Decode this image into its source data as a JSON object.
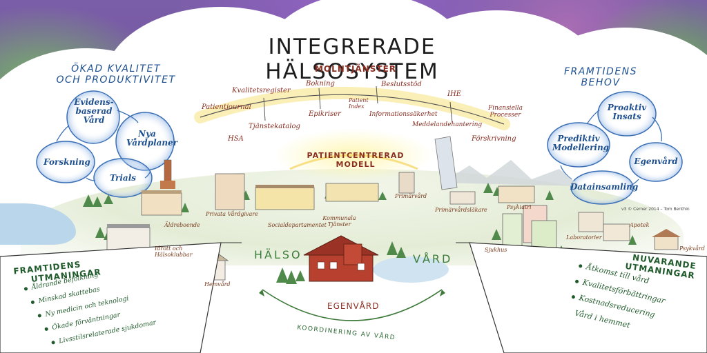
{
  "title": "INTEGRERADE HÄLSOSYSTEM",
  "cloud_services": {
    "heading": "MOLNTJÄNSTER",
    "labels": [
      "Patientjournal",
      "Kvalitetsregister",
      "Bokning",
      "Patient Index",
      "Beslutsstöd",
      "IHE",
      "Finansiella Processer",
      "Tjänstekatalog",
      "Epikriser",
      "Informationssäkerhet",
      "Meddelandehantering",
      "HSA",
      "Förskrivning"
    ]
  },
  "patient_model": "PATIENTCENTRERAD MODELL",
  "left_cycle": {
    "heading_line1": "ÖKAD KVALITET",
    "heading_line2": "OCH PRODUKTIVITET",
    "items": [
      "Evidens-baserad Vård",
      "Nya Vårdplaner",
      "Trials",
      "Forskning"
    ]
  },
  "right_cycle": {
    "heading_line1": "FRAMTIDENS",
    "heading_line2": "BEHOV",
    "items": [
      "Proaktiv Insats",
      "Egenvård",
      "Datainsamling",
      "Prediktiv Modellering"
    ]
  },
  "places": {
    "aldreboende": "Äldreboende",
    "privata": "Privata Vårdgivare",
    "social": "Socialdepartamentet",
    "kommunala": "Kommunala Tjänster",
    "primarvard": "Primärvård",
    "primarlakare": "Primärvårdsläkare",
    "psykiatri": "Psykiatri",
    "idrott": "Idrott och Hälsoklubbar",
    "hemvard": "Hemvård",
    "sjukhus": "Sjukhus",
    "laboratorier": "Laboratorier",
    "apotek": "Apotek",
    "psykvard": "Psykvård"
  },
  "center": {
    "halso": "HÄLSO",
    "vard": "VÅRD",
    "egenvard": "EGENVÅRD",
    "koordinering": "KOORDINERING AV VÅRD"
  },
  "left_panel": {
    "title_line1": "FRAMTIDENS",
    "title_line2": "UTMANINGAR",
    "items": [
      "Åldrande befolkning",
      "Minskad skattebas",
      "Ny medicin och teknologi",
      "Ökade förväntningar",
      "Livsstilsrelaterade sjukdomar"
    ]
  },
  "right_panel": {
    "title_line1": "NUVARANDE",
    "title_line2": "UTMANINGAR",
    "items": [
      "Åtkomst till vård",
      "Kvalitetsförbättringar",
      "Kostnadsreducering",
      "Vård i hemmet"
    ]
  },
  "copyright": "v3 © Cerner 2014 – Tom Benthin",
  "colors": {
    "title": "#1d1d1d",
    "accent_red": "#8a2e22",
    "accent_blue": "#1d4f8f",
    "accent_green": "#1f5a2a",
    "glow": "#f6e27a"
  }
}
